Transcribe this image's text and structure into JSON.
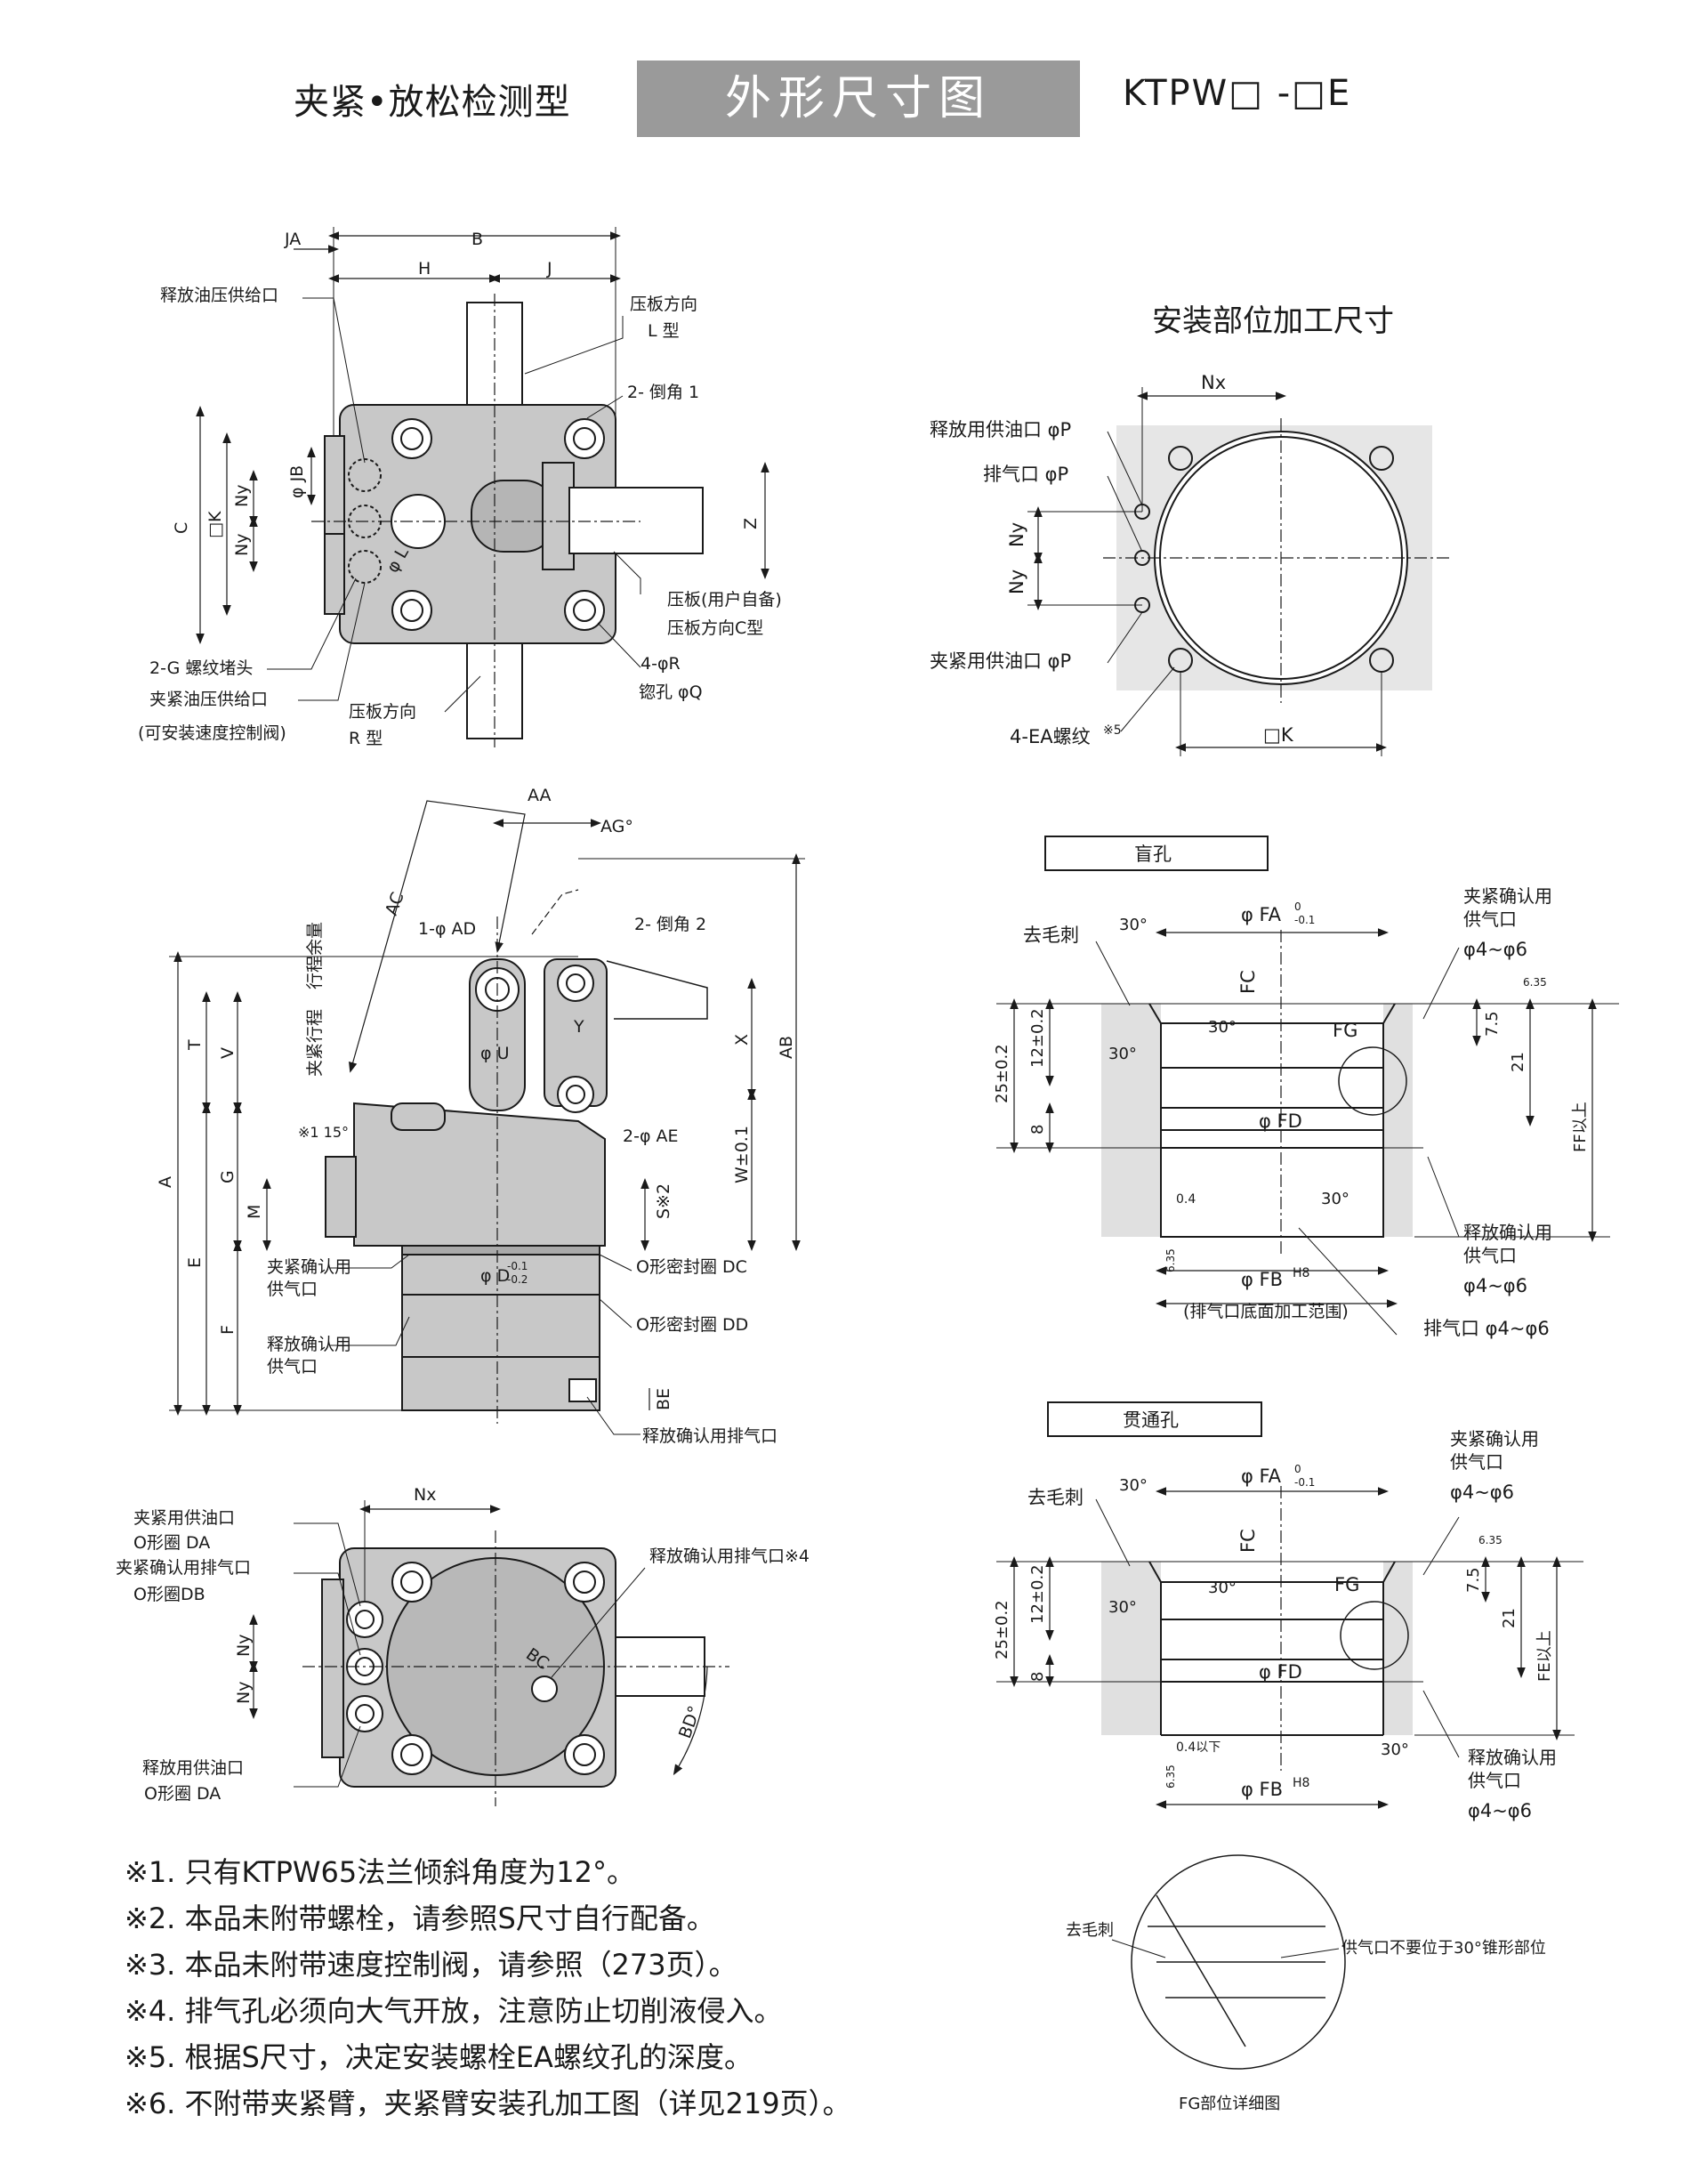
{
  "header": {
    "category": "夹紧•放松检测型",
    "title": "外形尺寸图",
    "model": "KTPW□ -□E"
  },
  "top_view": {
    "dims": {
      "ja": "JA",
      "b": "B",
      "h": "H",
      "j": "J",
      "c": "C",
      "k": "□K",
      "ny1": "Ny",
      "ny2": "Ny",
      "jb": "φ JB",
      "l": "φ L",
      "z": "Z"
    },
    "labels": {
      "release_supply": "释放油压供给口",
      "plate_dir_l": "压板方向",
      "plate_dir_l_type": "L 型",
      "chamfer1": "2- 倒角 1",
      "plate_user": "压板(用户自备)",
      "plate_dir_c": "压板方向C型",
      "plug": "2-G 螺纹堵头",
      "clamp_supply": "夹紧油压供给口",
      "speed_valve": "(可安装速度控制阀)",
      "plate_dir_r": "压板方向",
      "plate_dir_r_type": "R 型",
      "r_holes": "4-φR",
      "q_counterbore": "锪孔 φQ"
    }
  },
  "mount": {
    "title": "安装部位加工尺寸",
    "nx": "Nx",
    "ny1": "Ny",
    "ny2": "Ny",
    "k": "□K",
    "release_port": "释放用供油口 φP",
    "exhaust_port": "排气口 φP",
    "clamp_port": "夹紧用供油口 φP",
    "ea_thread": "4-EA螺纹",
    "ea_note": "※5"
  },
  "side_view": {
    "dims": {
      "aa": "AA",
      "ag": "AG°",
      "ac": "AC",
      "ad": "1-φ AD",
      "chamfer2": "2- 倒角 2",
      "stroke_margin": "行程余量",
      "clamp_stroke": "夹紧行程",
      "t": "T",
      "v": "V",
      "a": "A",
      "g": "G",
      "m": "M",
      "e": "E",
      "f": "F",
      "u": "φ U",
      "y": "Y",
      "x": "X",
      "ab": "AB",
      "ae": "2-φ AE",
      "w": "W±0.1",
      "s": "S※2",
      "d": "φ D",
      "d_tol_up": "-0.1",
      "d_tol_dn": "-0.2",
      "angle_note": "※1 15°",
      "be": "BE"
    },
    "labels": {
      "clamp_confirm": "夹紧确认用",
      "clamp_confirm2": "供气口",
      "release_confirm": "释放确认用",
      "release_confirm2": "供气口",
      "oring_dc": "O形密封圈 DC",
      "oring_dd": "O形密封圈 DD",
      "release_exhaust": "释放确认用排气口"
    }
  },
  "bottom_view": {
    "nx": "Nx",
    "ny1": "Ny",
    "ny2": "Ny",
    "bc": "BC",
    "bd": "BD°",
    "clamp_supply": "夹紧用供油口",
    "oring_da": "O形圈 DA",
    "clamp_exhaust": "夹紧确认用排气口",
    "oring_db": "O形圈DB",
    "release_supply": "释放用供油口",
    "oring_da2": "O形圈 DA",
    "release_exhaust": "释放确认用排气口※4"
  },
  "blind_hole": {
    "title": "盲孔",
    "deburr": "去毛刺",
    "fa": "φ FA",
    "fa_tol_up": "0",
    "fa_tol_dn": "-0.1",
    "fc": "FC",
    "fg": "FG",
    "fd": "φ FD",
    "fb": "φ FB",
    "fb_fit": "H8",
    "exhaust_range": "(排气口底面加工范围)",
    "exhaust": "排气口 φ4~φ6",
    "clamp_confirm": "夹紧确认用",
    "clamp_confirm2": "供气口",
    "clamp_size": "φ4~φ6",
    "release_confirm": "释放确认用",
    "release_confirm2": "供气口",
    "release_size": "φ4~φ6",
    "d25": "25±0.2",
    "d12": "12±0.2",
    "d8": "8",
    "d75": "7.5",
    "d21": "21",
    "ff": "FF以上",
    "a30a": "30°",
    "a30b": "30°",
    "a30c": "30°",
    "a30d": "30°",
    "r635": "6.35",
    "r04": "0.4",
    "r635b": "6.35"
  },
  "through_hole": {
    "title": "贯通孔",
    "deburr": "去毛刺",
    "fa": "φ FA",
    "fa_tol_up": "0",
    "fa_tol_dn": "-0.1",
    "fc": "FC",
    "fg": "FG",
    "fd": "φ FD",
    "fb": "φ FB",
    "fb_fit": "H8",
    "clamp_confirm": "夹紧确认用",
    "clamp_confirm2": "供气口",
    "clamp_size": "φ4~φ6",
    "release_confirm": "释放确认用",
    "release_confirm2": "供气口",
    "release_size": "φ4~φ6",
    "d25": "25±0.2",
    "d12": "12±0.2",
    "d8": "8",
    "d75": "7.5",
    "d21": "21",
    "fe": "FE以上",
    "a30a": "30°",
    "a30b": "30°",
    "a30c": "30°",
    "a30d": "30°",
    "r635": "6.35",
    "r04": "0.4以下",
    "r635b": "6.35"
  },
  "fg_detail": {
    "deburr": "去毛刺",
    "note": "供气口不要位于30°锥形部位",
    "caption": "FG部位详细图"
  },
  "notes": [
    "※1. 只有KTPW65法兰倾斜角度为12°。",
    "※2. 本品未附带螺栓，请参照S尺寸自行配备。",
    "※3. 本品未附带速度控制阀，请参照（273页）。",
    "※4. 排气孔必须向大气开放，注意防止切削液侵入。",
    "※5. 根据S尺寸，决定安装螺栓EA螺纹孔的深度。",
    "※6. 不附带夹紧臂，夹紧臂安装孔加工图（详见219页）。"
  ]
}
